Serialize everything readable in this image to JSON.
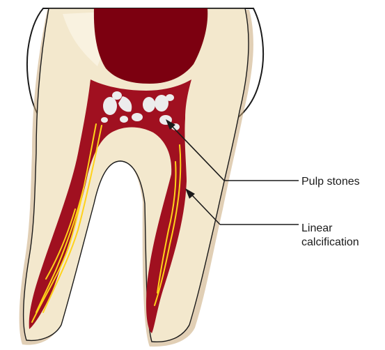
{
  "labels": {
    "pulp_stones": "Pulp stones",
    "linear_line1": "Linear",
    "linear_line2": "calcification"
  },
  "colors": {
    "background": "#ffffff",
    "enamel": "#ffffff",
    "dentin": "#f3e8cd",
    "dentin_shadow": "#c8a878",
    "crown_shade": "#f5ecd5",
    "pulp": "#a01020",
    "pulp_dark": "#7c0010",
    "calcification": "#ffd21a",
    "stones": "#ececec",
    "outline": "#1a1a1a"
  }
}
